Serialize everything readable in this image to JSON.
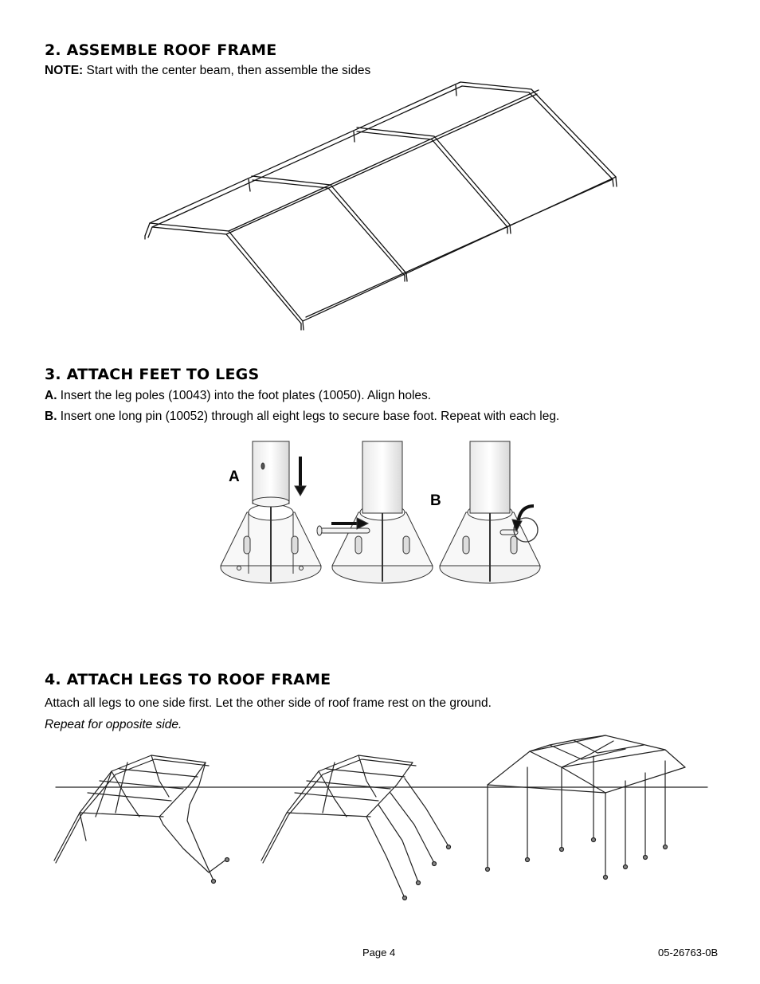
{
  "section2": {
    "title": "2. ASSEMBLE ROOF FRAME",
    "note_label": "NOTE:",
    "note_text": " Start with the center beam, then assemble the sides"
  },
  "section3": {
    "title": "3. ATTACH FEET TO LEGS",
    "steps": [
      {
        "label": "A.",
        "text": " Insert the leg poles (10043) into the foot plates (10050).  Align holes."
      },
      {
        "label": "B.",
        "text": " Insert one long pin (10052) through all eight legs to secure base foot.  Repeat with each leg."
      }
    ],
    "figure_labels": {
      "a": "A",
      "b": "B"
    }
  },
  "section4": {
    "title": "4. ATTACH LEGS TO ROOF FRAME",
    "line1": " Attach all legs to one side first. Let the other side of roof frame rest on the ground.",
    "line2": "Repeat for opposite side."
  },
  "footer": {
    "page": "Page 4",
    "doc_number": "05-26763-0B"
  }
}
